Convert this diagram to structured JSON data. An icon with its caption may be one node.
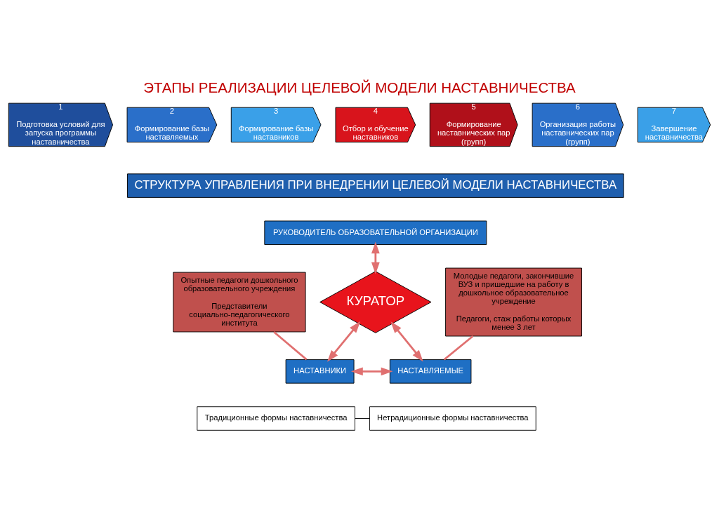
{
  "diagram": {
    "title": "ЭТАПЫ РЕАЛИЗАЦИИ ЦЕЛЕВОЙ МОДЕЛИ НАСТАВНИЧЕСТВА",
    "nodes": [
      {
        "text": [
          "1",
          "Подготовка условий для запуска программы наставничества"
        ]
      },
      {
        "text": [
          "2",
          "Формирование базы наставляемых"
        ]
      },
      {
        "text": [
          "3",
          "Формирование базы наставников"
        ]
      },
      {
        "text": [
          "4",
          "Отбор и обучение наставников"
        ]
      },
      {
        "text": [
          "5",
          "Формирование наставнических пар (групп)"
        ]
      },
      {
        "text": [
          "6",
          "Организация работы наставнических пар (групп)"
        ]
      },
      {
        "text": [
          "7",
          "Завершение наставничества"
        ]
      },
      {
        "text": [
          "СТРУКТУРА УПРАВЛЕНИЯ ПРИ ВНЕДРЕНИИ ЦЕЛЕВОЙ МОДЕЛИ НАСТАВНИЧЕСТВА"
        ]
      },
      {
        "text": [
          "РУКОВОДИТЕЛЬ ОБРАЗОВАТЕЛЬНОЙ ОРГАНИЗАЦИИ"
        ]
      },
      {
        "text": [
          "КУРАТОР"
        ]
      },
      {
        "text": [
          "Опытные педагоги дошкольного образовательного учреждения",
          "Представители социально-педагогического института"
        ]
      },
      {
        "text": [
          "Молодые педагоги, закончившие ВУЗ и пришедшие на работу в дошкольное образовательное учреждение",
          "Педагоги, стаж работы которых менее 3 лет"
        ]
      },
      {
        "text": [
          "НАСТАВНИКИ"
        ]
      },
      {
        "text": [
          "НАСТАВЛЯЕМЫЕ"
        ]
      },
      {
        "text": [
          "Традиционные формы наставничества"
        ]
      },
      {
        "text": [
          "Нетрадиционные формы наставничества"
        ]
      }
    ],
    "edges": [
      {
        "from": 8,
        "to": 9,
        "arrow": "both"
      },
      {
        "from": 9,
        "to": 12,
        "arrow": "both"
      },
      {
        "from": 9,
        "to": 13,
        "arrow": "both"
      },
      {
        "from": 12,
        "to": 13,
        "arrow": "both"
      },
      {
        "from": 10,
        "to": 12,
        "arrow": "none"
      },
      {
        "from": 11,
        "to": 13,
        "arrow": "none"
      },
      {
        "from": 14,
        "to": 15,
        "arrow": "none",
        "color": "#000000"
      }
    ]
  }
}
